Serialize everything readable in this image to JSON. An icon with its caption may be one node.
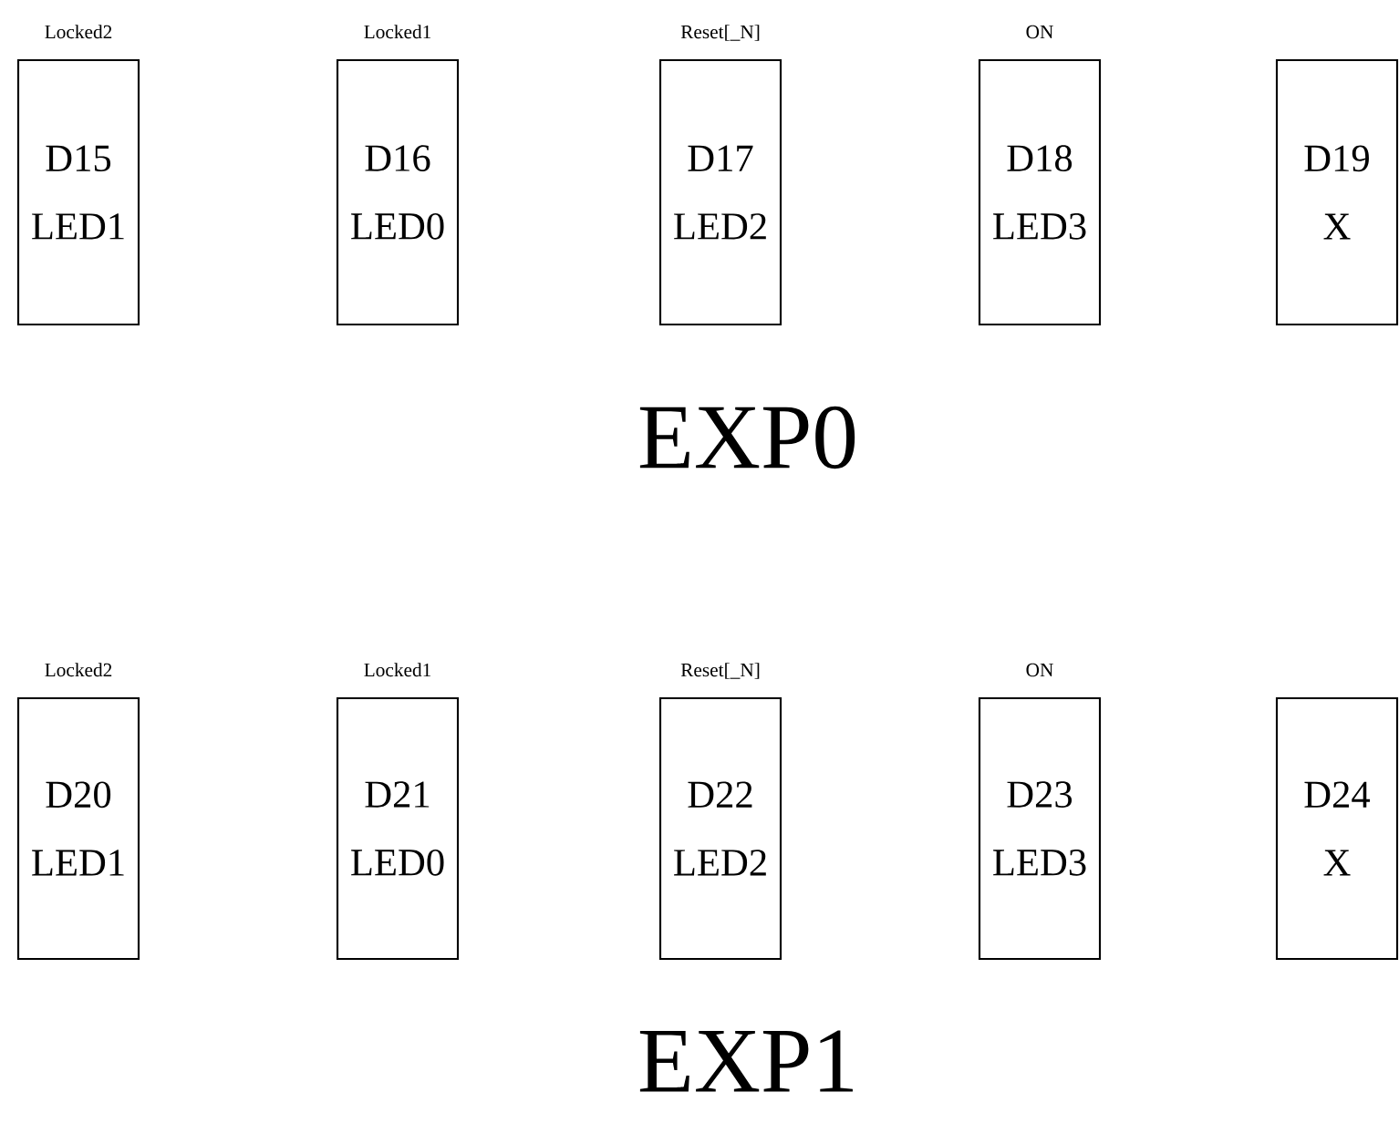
{
  "diagram": {
    "nodes": [
      {
        "text": [
          "D15",
          "LED1"
        ],
        "beside": [
          "Locked2"
        ]
      },
      {
        "text": [
          "D16",
          "LED0"
        ],
        "beside": [
          "Locked1"
        ]
      },
      {
        "text": [
          "D17",
          "LED2"
        ],
        "beside": [
          "Reset[_N]"
        ]
      },
      {
        "text": [
          "D18",
          "LED3"
        ],
        "beside": [
          "ON"
        ]
      },
      {
        "text": [
          "D19",
          "X"
        ]
      },
      {
        "text": [
          "D20",
          "LED1"
        ],
        "beside": [
          "Locked2"
        ]
      },
      {
        "text": [
          "D21",
          "LED0"
        ],
        "beside": [
          "Locked1"
        ]
      },
      {
        "text": [
          "D22",
          "LED2"
        ],
        "beside": [
          "Reset[_N]"
        ]
      },
      {
        "text": [
          "D23",
          "LED3"
        ],
        "beside": [
          "ON"
        ]
      },
      {
        "text": [
          "D24",
          "X"
        ]
      }
    ],
    "labels": [
      "EXP0",
      "EXP1"
    ]
  }
}
